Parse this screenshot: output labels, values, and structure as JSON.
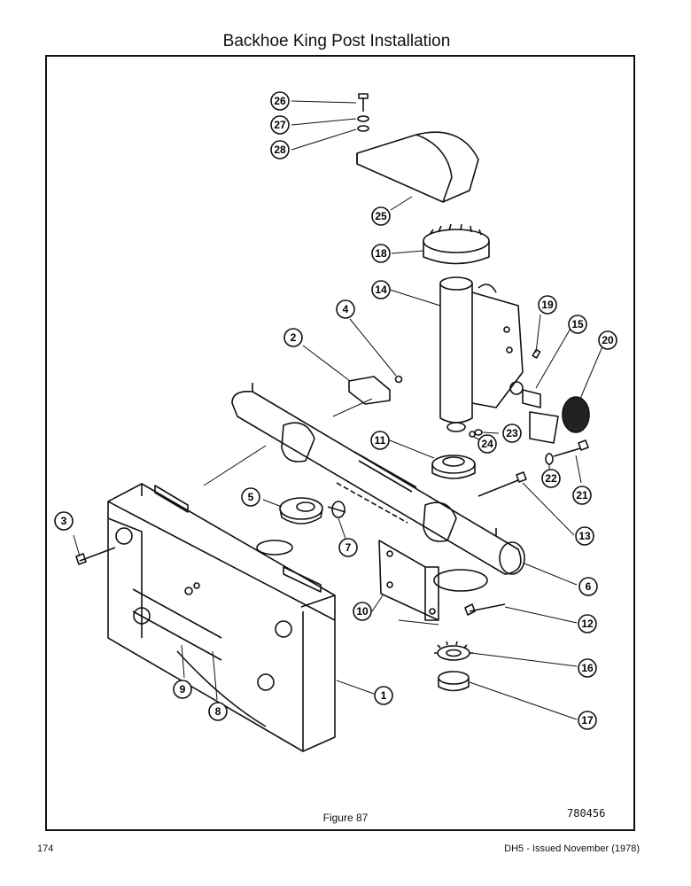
{
  "page": {
    "title": "Backhoe King Post Installation",
    "figure_label": "Figure 87",
    "drawing_number": "780456",
    "page_number": "174",
    "issued": "DH5 - Issued November (1978)"
  },
  "callouts": [
    "26",
    "27",
    "28",
    "25",
    "18",
    "14",
    "19",
    "15",
    "20",
    "4",
    "2",
    "11",
    "23",
    "24",
    "22",
    "21",
    "13",
    "3",
    "5",
    "7",
    "6",
    "10",
    "12",
    "16",
    "17",
    "9",
    "8",
    "1"
  ]
}
